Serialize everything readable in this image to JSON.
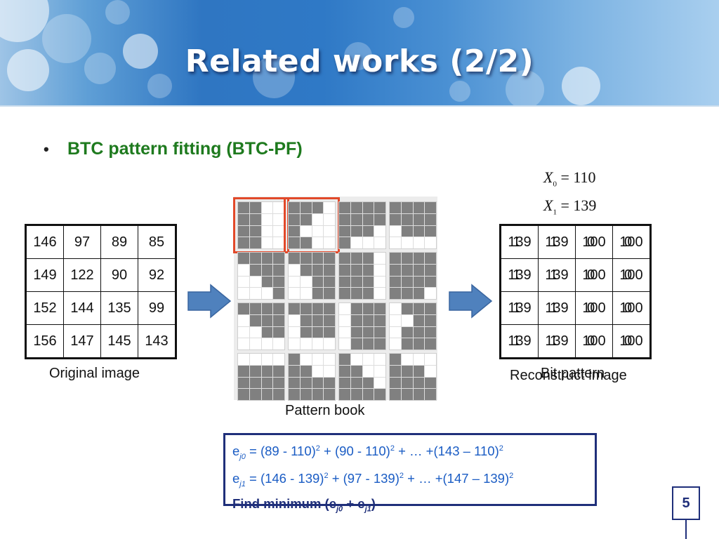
{
  "slide": {
    "title": "Related works (2/2)",
    "bullet": "BTC pattern fitting (BTC-PF)",
    "page_number": "5"
  },
  "original": {
    "caption": "Original image",
    "rows": [
      [
        "146",
        "97",
        "89",
        "85"
      ],
      [
        "149",
        "122",
        "90",
        "92"
      ],
      [
        "152",
        "144",
        "135",
        "99"
      ],
      [
        "156",
        "147",
        "145",
        "143"
      ]
    ]
  },
  "pattern_book": {
    "caption": "Pattern book",
    "fill_color": "#808080",
    "highlight_color": "#e2492a",
    "patterns": [
      {
        "selected": true,
        "cells": [
          1,
          1,
          0,
          0,
          1,
          1,
          0,
          0,
          1,
          1,
          0,
          0,
          1,
          1,
          0,
          0
        ]
      },
      {
        "selected": true,
        "cells": [
          1,
          1,
          1,
          0,
          1,
          1,
          0,
          0,
          1,
          0,
          0,
          0,
          1,
          1,
          0,
          0
        ]
      },
      {
        "selected": false,
        "cells": [
          1,
          1,
          1,
          1,
          1,
          1,
          1,
          1,
          1,
          1,
          1,
          0,
          1,
          0,
          0,
          0
        ]
      },
      {
        "selected": false,
        "cells": [
          1,
          1,
          1,
          1,
          1,
          1,
          1,
          1,
          0,
          1,
          1,
          1,
          0,
          0,
          0,
          0
        ]
      },
      {
        "selected": false,
        "cells": [
          1,
          1,
          1,
          1,
          0,
          1,
          1,
          1,
          0,
          0,
          1,
          1,
          0,
          0,
          0,
          1
        ]
      },
      {
        "selected": false,
        "cells": [
          1,
          1,
          1,
          1,
          0,
          1,
          1,
          1,
          0,
          0,
          1,
          1,
          0,
          0,
          1,
          1
        ]
      },
      {
        "selected": false,
        "cells": [
          1,
          1,
          1,
          0,
          1,
          1,
          1,
          0,
          1,
          1,
          1,
          0,
          1,
          1,
          1,
          0
        ]
      },
      {
        "selected": false,
        "cells": [
          1,
          1,
          1,
          1,
          1,
          1,
          1,
          1,
          1,
          1,
          1,
          1,
          1,
          1,
          1,
          0
        ]
      },
      {
        "selected": false,
        "cells": [
          1,
          1,
          1,
          1,
          0,
          1,
          1,
          1,
          0,
          0,
          1,
          1,
          0,
          0,
          0,
          0
        ]
      },
      {
        "selected": false,
        "cells": [
          1,
          1,
          1,
          1,
          0,
          1,
          1,
          1,
          0,
          1,
          1,
          1,
          0,
          0,
          0,
          0
        ]
      },
      {
        "selected": false,
        "cells": [
          0,
          1,
          1,
          1,
          0,
          1,
          1,
          1,
          0,
          1,
          1,
          1,
          0,
          1,
          1,
          1
        ]
      },
      {
        "selected": false,
        "cells": [
          0,
          1,
          1,
          1,
          0,
          0,
          1,
          1,
          0,
          1,
          1,
          1,
          0,
          1,
          1,
          1
        ]
      },
      {
        "selected": false,
        "cells": [
          0,
          0,
          0,
          0,
          1,
          1,
          1,
          1,
          1,
          1,
          1,
          1,
          1,
          1,
          1,
          1
        ]
      },
      {
        "selected": false,
        "cells": [
          1,
          0,
          0,
          0,
          1,
          1,
          0,
          0,
          1,
          1,
          1,
          1,
          1,
          1,
          1,
          1
        ]
      },
      {
        "selected": false,
        "cells": [
          1,
          0,
          0,
          0,
          1,
          1,
          0,
          0,
          1,
          1,
          1,
          0,
          1,
          1,
          1,
          1
        ]
      },
      {
        "selected": false,
        "cells": [
          1,
          0,
          0,
          0,
          1,
          1,
          1,
          0,
          1,
          1,
          1,
          1,
          1,
          1,
          1,
          1
        ]
      }
    ]
  },
  "math": {
    "x0_label": "X",
    "x0_sub": "0",
    "x0_value": "110",
    "x1_label": "X",
    "x1_sub": "1",
    "x1_value": "139"
  },
  "reconstructed": {
    "caption_a": "Reconstruct image",
    "caption_b": "Bit pattern",
    "rows": [
      [
        [
          "139",
          "1"
        ],
        [
          "139",
          "1"
        ],
        [
          "100",
          "0"
        ],
        [
          "100",
          "0"
        ]
      ],
      [
        [
          "139",
          "1"
        ],
        [
          "139",
          "1"
        ],
        [
          "100",
          "0"
        ],
        [
          "100",
          "0"
        ]
      ],
      [
        [
          "139",
          "1"
        ],
        [
          "139",
          "1"
        ],
        [
          "100",
          "0"
        ],
        [
          "100",
          "0"
        ]
      ],
      [
        [
          "139",
          "1"
        ],
        [
          "139",
          "1"
        ],
        [
          "100",
          "0"
        ],
        [
          "100",
          "0"
        ]
      ]
    ]
  },
  "formulas": {
    "e0_prefix": "e",
    "e0_sub": "j0",
    "e0_text": " = (89 - 110)",
    "e0_sup": "2",
    "e0_mid": " + (90 - 110)",
    "e0_sup2": "2",
    "e0_tail": " + … +(143 – 110)",
    "e0_sup3": "2",
    "e1_prefix": "e",
    "e1_sub": "j1",
    "e1_text": " = (146 - 139)",
    "e1_sup": "2",
    "e1_mid": " + (97 - 139)",
    "e1_sup2": "2",
    "e1_tail": " + … +(147 – 139)",
    "e1_sup3": "2",
    "find_text": "Find minimum (e",
    "find_sub0": "j0",
    "find_plus": " + e",
    "find_sub1": "j1",
    "find_close": ")"
  }
}
